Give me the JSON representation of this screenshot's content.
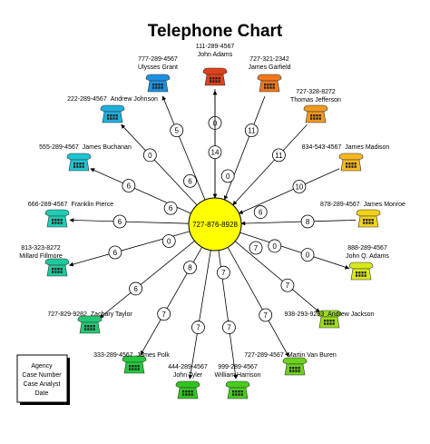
{
  "title": "Telephone Chart",
  "hub": {
    "number": "727-876-8928",
    "color": "#FFFF00"
  },
  "legend": {
    "lines": [
      "Agency",
      "Case Number",
      "Case Analyst",
      "Date"
    ]
  },
  "contacts": [
    {
      "number": "111-289-4567",
      "name": "John Adams",
      "label_style": "stack",
      "calls": "0",
      "direction": "out",
      "color": "#E0401A"
    },
    {
      "number": "727-321-2342",
      "name": "James Garfield",
      "label_style": "stack",
      "calls": "11",
      "direction": "in",
      "color": "#F07820"
    },
    {
      "number": "727-328-8272",
      "name": "Thomas Jefferson",
      "label_style": "stack",
      "calls": "11",
      "direction": "in",
      "color": "#F09A1E"
    },
    {
      "number": "834-543-4567",
      "name": "James Madison",
      "label_style": "inline",
      "calls": "10",
      "direction": "in",
      "color": "#F6B81E"
    },
    {
      "number": "878-289-4567",
      "name": "James Monroe",
      "label_style": "inline",
      "calls": "8",
      "direction": "in",
      "color": "#F2D21A"
    },
    {
      "number": "888-289-4567",
      "name": "John Q. Adams",
      "label_style": "stack",
      "calls": "0",
      "direction": "out",
      "color": "#D8E81E"
    },
    {
      "number": "938-293-9293",
      "name": "Andrew Jackson",
      "label_style": "inline",
      "calls": "7",
      "direction": "out",
      "color": "#9CDC1E"
    },
    {
      "number": "727-289-4567",
      "name": "Martin Van Buren",
      "label_style": "inline",
      "calls": "7",
      "direction": "out",
      "color": "#6CD01E"
    },
    {
      "number": "999-289-4567",
      "name": "William Harrison",
      "label_style": "stack",
      "calls": "7",
      "direction": "out",
      "color": "#48CC1E"
    },
    {
      "number": "444-289-4567",
      "name": "John Tyler",
      "label_style": "stack",
      "calls": "7",
      "direction": "out",
      "color": "#30C41E"
    },
    {
      "number": "333-289-4567",
      "name": "James Polk",
      "label_style": "inline",
      "calls": "7",
      "direction": "out",
      "color": "#26C83C"
    },
    {
      "number": "727-829-9282",
      "name": "Zachary Taylor",
      "label_style": "inline",
      "calls": "6",
      "direction": "out",
      "color": "#22C874"
    },
    {
      "number": "813-323-8272",
      "name": "Millard Fillmore",
      "label_style": "stack",
      "calls": "6",
      "direction": "out",
      "color": "#1EC89A"
    },
    {
      "number": "666-289-4567",
      "name": "Franklin Pierce",
      "label_style": "inline",
      "calls": "6",
      "direction": "out",
      "color": "#1ECCB4"
    },
    {
      "number": "555-289-4567",
      "name": "James Buchanan",
      "label_style": "inline",
      "calls": "6",
      "direction": "out",
      "color": "#1EC4D0"
    },
    {
      "number": "222-289-4567",
      "name": "Andrew Johnson",
      "label_style": "inline",
      "calls": "0",
      "direction": "out",
      "color": "#1EB0DC"
    },
    {
      "number": "777-289-4567",
      "name": "Ulysses Grant",
      "label_style": "stack",
      "calls": "5",
      "direction": "out",
      "color": "#1E90E0"
    },
    {
      "number": "111-289-4567",
      "name": "John Adams",
      "label_style": "none",
      "calls": "14",
      "direction": "in",
      "color": "#E0401A"
    }
  ],
  "inner_counts": [
    "0",
    "6",
    "7",
    "7",
    "8",
    "0",
    "6",
    "6",
    "0"
  ]
}
